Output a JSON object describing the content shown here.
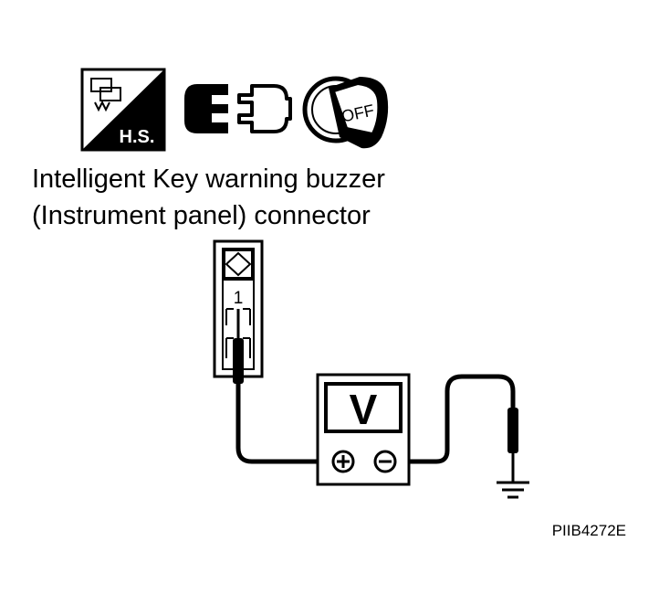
{
  "icons": {
    "harness_label": "H.S.",
    "ignition_label": "OFF"
  },
  "connector": {
    "title_line1": "Intelligent Key warning buzzer",
    "title_line2": "(Instrument panel) connector",
    "pin": "1"
  },
  "meter": {
    "label": "V",
    "plus_symbol": "+",
    "minus_symbol": "−"
  },
  "figure_code": "PIIB4272E"
}
